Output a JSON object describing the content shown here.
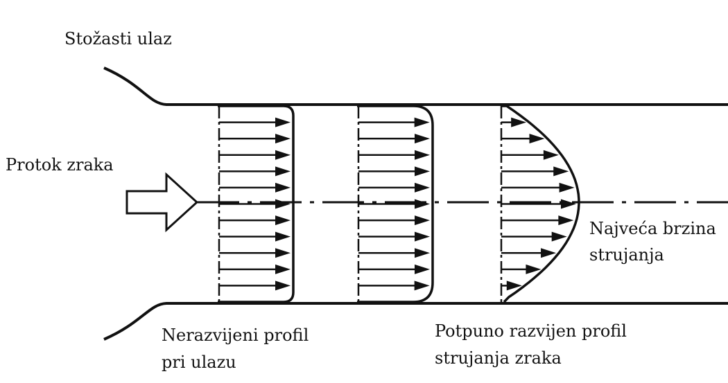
{
  "labels": {
    "inlet": "Stožasti ulaz",
    "flow": "Protok zraka",
    "max_velocity_line1": "Najveća brzina",
    "max_velocity_line2": "strujanja",
    "undeveloped_line1": "Nerazvijeni profil",
    "undeveloped_line2": "pri ulazu",
    "developed_line1": "Potpuno razvijen profil",
    "developed_line2": "strujanja zraka"
  },
  "profiles": [
    {
      "id": "undeveloped",
      "arrows": 11
    },
    {
      "id": "developing",
      "arrows": 11
    },
    {
      "id": "developed",
      "arrows": 11
    }
  ],
  "colors": {
    "ink": "#111111",
    "background": "#ffffff"
  }
}
